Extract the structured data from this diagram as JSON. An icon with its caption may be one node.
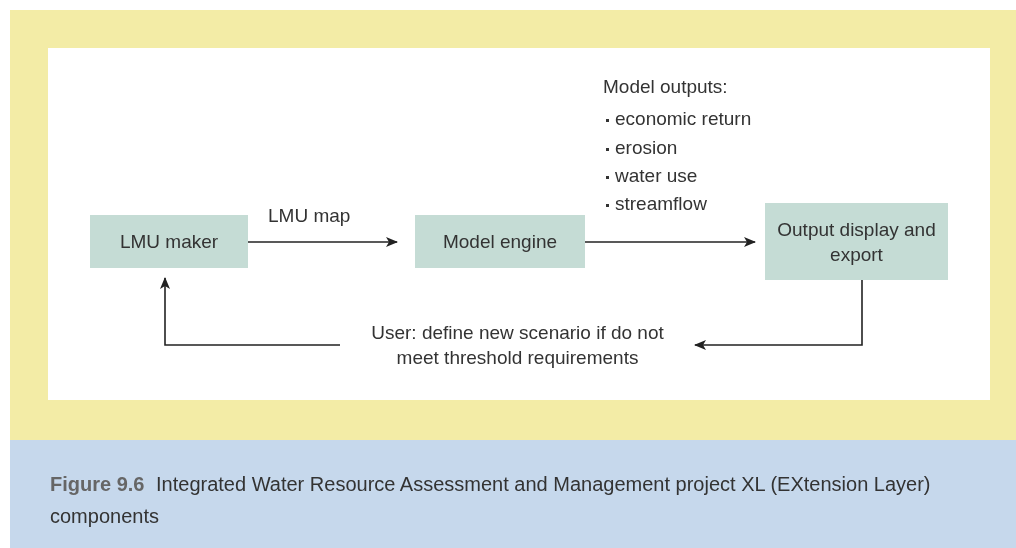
{
  "diagram": {
    "caption": "**Figure 9.6** Integrated Water Resource Assessment and Management project XL (EXtension Layer) components",
    "nodes": [
      {
        "text": [
          "LMU maker"
        ]
      },
      {
        "text": [
          "Model engine"
        ]
      },
      {
        "text": [
          "Output display and export"
        ]
      },
      {
        "text": [
          "User: define new scenario if do not meet threshold requirements"
        ]
      }
    ],
    "edges": [
      {
        "from": 0,
        "to": 1,
        "arrow": "to",
        "label": "LMU map"
      },
      {
        "from": 1,
        "to": 2,
        "arrow": "to"
      },
      {
        "from": 2,
        "to": 3,
        "arrow": "to"
      },
      {
        "from": 3,
        "to": 0,
        "arrow": "to"
      }
    ],
    "labels": [
      "Model outputs:",
      "economic return",
      "erosion",
      "water use",
      "streamflow"
    ]
  }
}
